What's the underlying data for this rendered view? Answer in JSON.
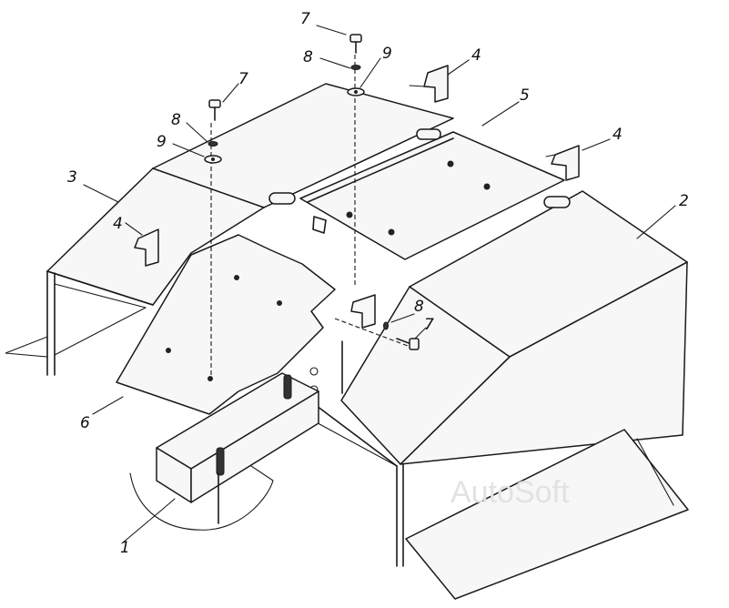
{
  "callouts": {
    "part1": "1",
    "part2": "2",
    "part3": "3",
    "part4a": "4",
    "part4b": "4",
    "part4c": "4",
    "part5": "5",
    "part6": "6",
    "part7a": "7",
    "part7b": "7",
    "part7c": "7",
    "part8a": "8",
    "part8b": "8",
    "part8c": "8",
    "part9a": "9",
    "part9b": "9"
  },
  "watermark": "AutoSoft"
}
